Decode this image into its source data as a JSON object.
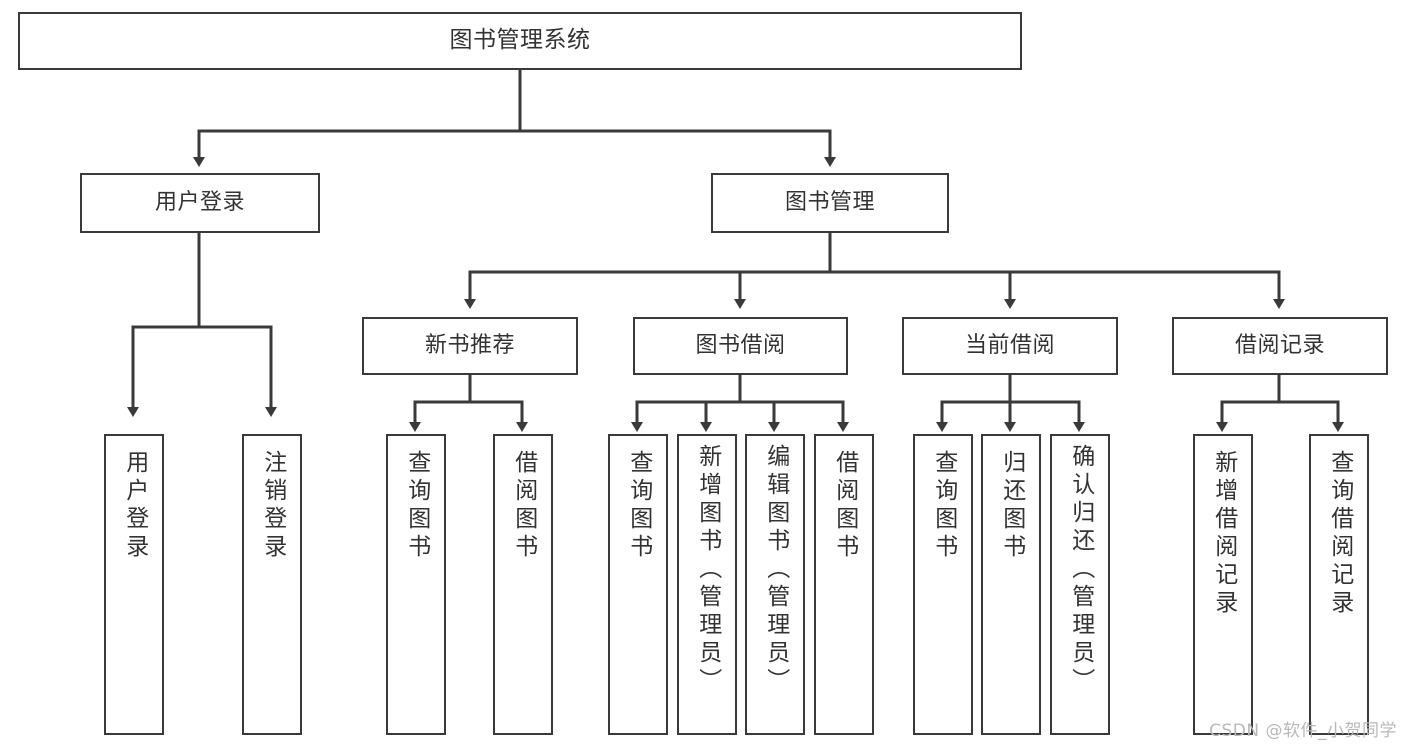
{
  "diagram": {
    "title": "图书管理系统",
    "type": "tree-hierarchy-chart",
    "watermark": "CSDN @软件_小贺同学",
    "line_color": "#3a3a3a",
    "text_color": "#333333",
    "background_color": "#ffffff",
    "root": {
      "id": "root",
      "label": "图书管理系统"
    },
    "level1": [
      {
        "id": "user-login",
        "label": "用户登录"
      },
      {
        "id": "book-management",
        "label": "图书管理"
      }
    ],
    "level2": [
      {
        "id": "new-book-recommend",
        "label": "新书推荐",
        "parent": "book-management"
      },
      {
        "id": "book-borrow",
        "label": "图书借阅",
        "parent": "book-management"
      },
      {
        "id": "current-borrow",
        "label": "当前借阅",
        "parent": "book-management"
      },
      {
        "id": "borrow-record",
        "label": "借阅记录",
        "parent": "book-management"
      }
    ],
    "leaves": [
      {
        "id": "leaf-user-login",
        "label": "用户登录",
        "parent": "user-login"
      },
      {
        "id": "leaf-logout-login",
        "label": "注销登录",
        "parent": "user-login"
      },
      {
        "id": "leaf-query-book-1",
        "label": "查询图书",
        "parent": "new-book-recommend"
      },
      {
        "id": "leaf-borrow-book-1",
        "label": "借阅图书",
        "parent": "new-book-recommend"
      },
      {
        "id": "leaf-query-book-2",
        "label": "查询图书",
        "parent": "book-borrow"
      },
      {
        "id": "leaf-add-book",
        "label": "新增图书（管理员）",
        "parent": "book-borrow"
      },
      {
        "id": "leaf-edit-book",
        "label": "编辑图书（管理员）",
        "parent": "book-borrow"
      },
      {
        "id": "leaf-borrow-book-2",
        "label": "借阅图书",
        "parent": "book-borrow"
      },
      {
        "id": "leaf-query-book-3",
        "label": "查询图书",
        "parent": "current-borrow"
      },
      {
        "id": "leaf-return-book",
        "label": "归还图书",
        "parent": "current-borrow"
      },
      {
        "id": "leaf-confirm-return",
        "label": "确认归还（管理员）",
        "parent": "current-borrow"
      },
      {
        "id": "leaf-add-record",
        "label": "新增借阅记录",
        "parent": "borrow-record"
      },
      {
        "id": "leaf-query-record",
        "label": "查询借阅记录",
        "parent": "borrow-record"
      }
    ]
  }
}
